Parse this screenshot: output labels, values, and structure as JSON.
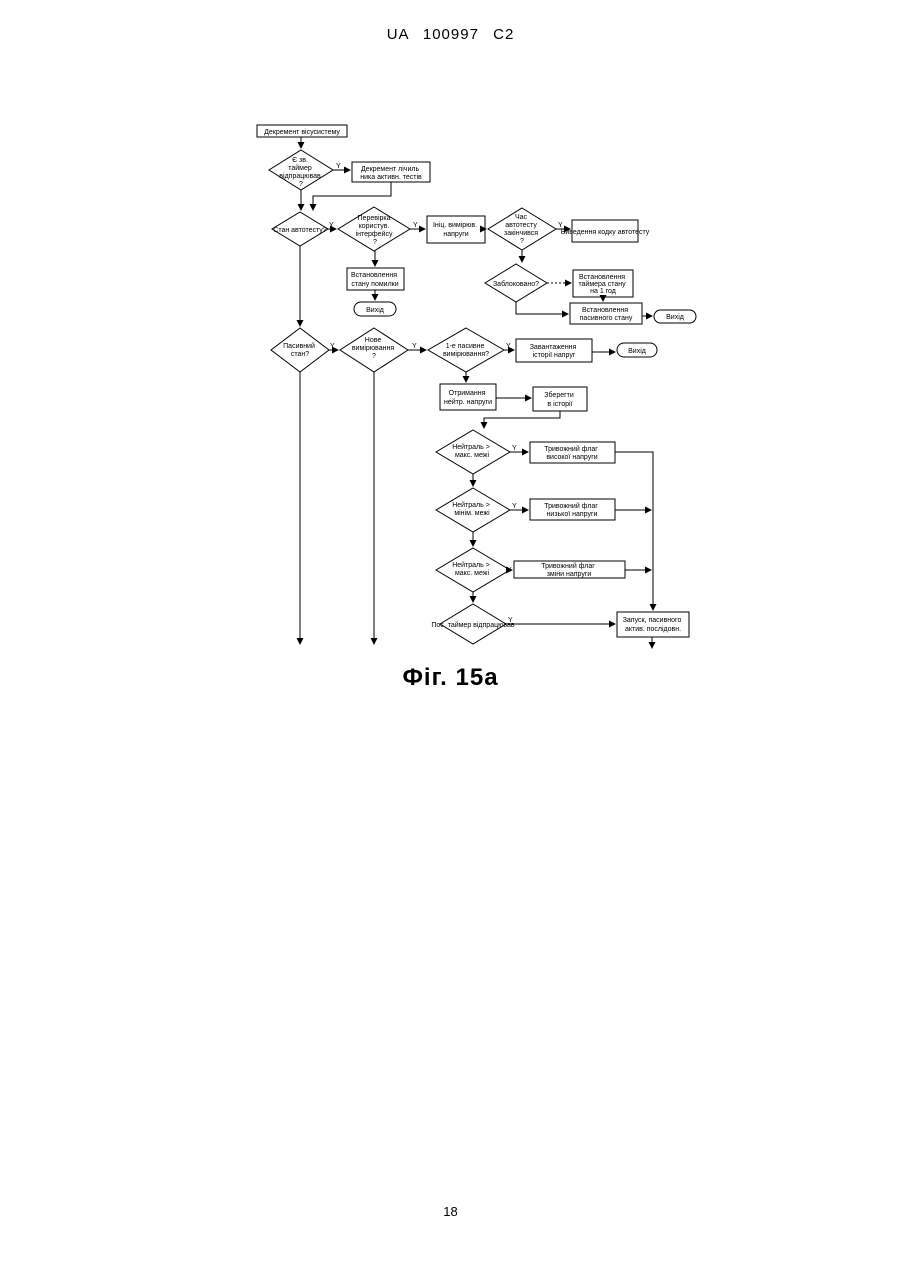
{
  "header": {
    "country": "UA",
    "number": "100997",
    "kind": "C2"
  },
  "figure_caption": "Фіг. 15а",
  "page_number": "18",
  "yes_label": "Y",
  "nodes": {
    "decrement_subsystem": "Декремент вісусистему",
    "timer_q": [
      "Є зв.",
      "таймер",
      "відпрацював",
      "?"
    ],
    "decrement_counter": [
      "Декремент лічиль",
      "ника активн. тестів"
    ],
    "autotest_state_q": "Стан автотесту?",
    "check_interface_q": [
      "Перевірка",
      "користув.",
      "інтерфейсу",
      "?"
    ],
    "init_measure": [
      "Ініц. вимірюв.",
      "напруги"
    ],
    "autotest_time_q": [
      "Час",
      "автотесту",
      "закінчився",
      "?"
    ],
    "autotest_output": "Виведення кодку автотесту",
    "set_error_state": [
      "Встановлення",
      "стану помилки"
    ],
    "exit_1": "Вихід",
    "blocked_q": "Заблоковано?",
    "set_timer_state": [
      "Встановлення",
      "таймера стану",
      "на 1 год"
    ],
    "set_passive_state": [
      "Встановлення",
      "пасивного стану"
    ],
    "exit_2": "Вихід",
    "passive_state_q": [
      "Пасивний",
      "стан?"
    ],
    "new_measure_q": [
      "Нове",
      "вимірювання",
      "?"
    ],
    "first_measure_q": [
      "1-е пасивне",
      "вимірювання?"
    ],
    "load_history": [
      "Завантаження",
      "історії напруг"
    ],
    "exit_3": "Вихід",
    "get_neutral": [
      "Отримання",
      "нейтр. напруги"
    ],
    "save_history": [
      "Зберегти",
      "в історії"
    ],
    "neutral_1_q": [
      "Нейтраль >",
      "макс. межі"
    ],
    "flag_high": [
      "Тривожний флаг",
      "високої напруги"
    ],
    "neutral_2_q": [
      "Нейтраль >",
      "мінім. межі"
    ],
    "flag_low": [
      "Тривожний флаг",
      "низької напруги"
    ],
    "neutral_3_q": [
      "Нейтраль >",
      "макс. межі"
    ],
    "flag_change": [
      "Тривожний флаг",
      "зміни напруги"
    ],
    "settle_timer_q": "Пос. таймер відпрацював",
    "start_sequence": [
      "Запуск, пасивного",
      "актив. послідовн."
    ]
  }
}
